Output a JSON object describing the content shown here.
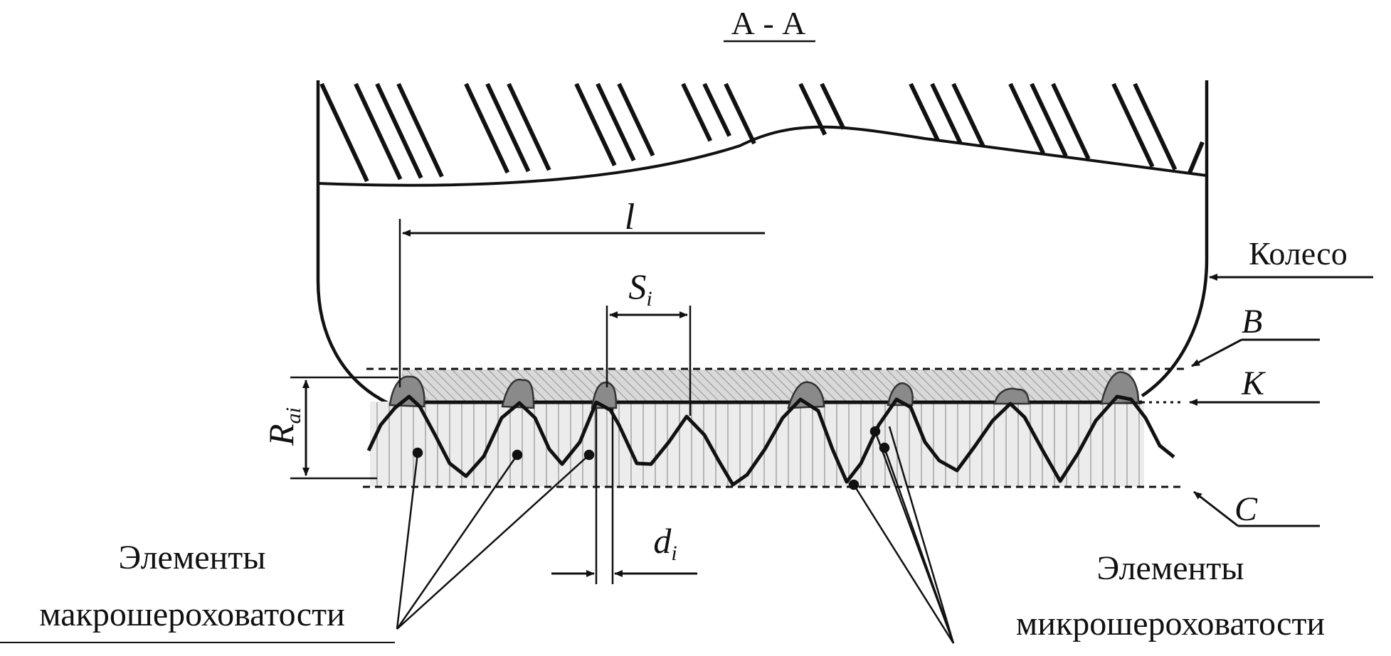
{
  "section_title": "А - А",
  "labels": {
    "wheel": "Колесо",
    "length": "l",
    "spacing_main": "S",
    "spacing_sub": "i",
    "width_main": "d",
    "width_sub": "i",
    "roughness_main": "R",
    "roughness_sub": "ai",
    "line_b": "B",
    "line_k": "K",
    "line_c": "C"
  },
  "captions": {
    "macro_line1": "Элементы",
    "macro_line2": "макрошероховатости",
    "micro_line1": "Элементы",
    "micro_line2": "микрошероховатости"
  },
  "colors": {
    "ink": "#111111",
    "contact_band": "#c8c8c8",
    "profile_fill": "#ededed",
    "peak_fill": "#8a8a8a"
  }
}
